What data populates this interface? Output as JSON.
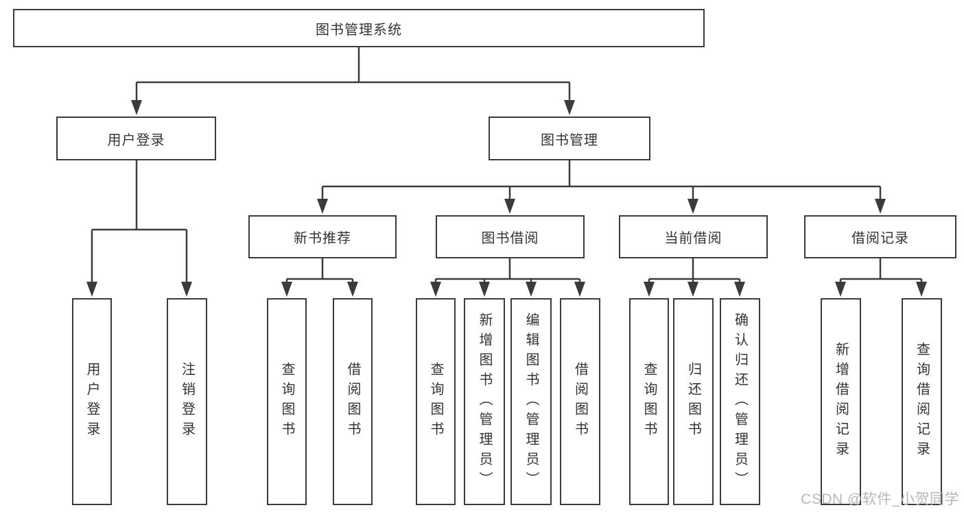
{
  "diagram_title": "图书管理系统",
  "colors": {
    "line": "#3b3b3b",
    "box_border": "#3b3b3b",
    "box_fill": "#ffffff",
    "text": "#333333",
    "watermark": "#b4b8be",
    "background": "#ffffff"
  },
  "watermark": {
    "text": "CSDN @软件_小贺同学"
  },
  "tree": {
    "root": {
      "label": "图书管理系统",
      "children": [
        {
          "label": "用户登录",
          "children": [
            {
              "label": "用户登录"
            },
            {
              "label": "注销登录"
            }
          ]
        },
        {
          "label": "图书管理",
          "children": [
            {
              "label": "新书推荐",
              "children": [
                {
                  "label": "查询图书"
                },
                {
                  "label": "借阅图书"
                }
              ]
            },
            {
              "label": "图书借阅",
              "children": [
                {
                  "label": "查询图书"
                },
                {
                  "label": "新增图书（管理员）"
                },
                {
                  "label": "编辑图书（管理员）"
                },
                {
                  "label": "借阅图书"
                }
              ]
            },
            {
              "label": "当前借阅",
              "children": [
                {
                  "label": "查询图书"
                },
                {
                  "label": "归还图书"
                },
                {
                  "label": "确认归还（管理员）"
                }
              ]
            },
            {
              "label": "借阅记录",
              "children": [
                {
                  "label": "新增借阅记录"
                },
                {
                  "label": "查询借阅记录"
                }
              ]
            }
          ]
        }
      ]
    }
  }
}
